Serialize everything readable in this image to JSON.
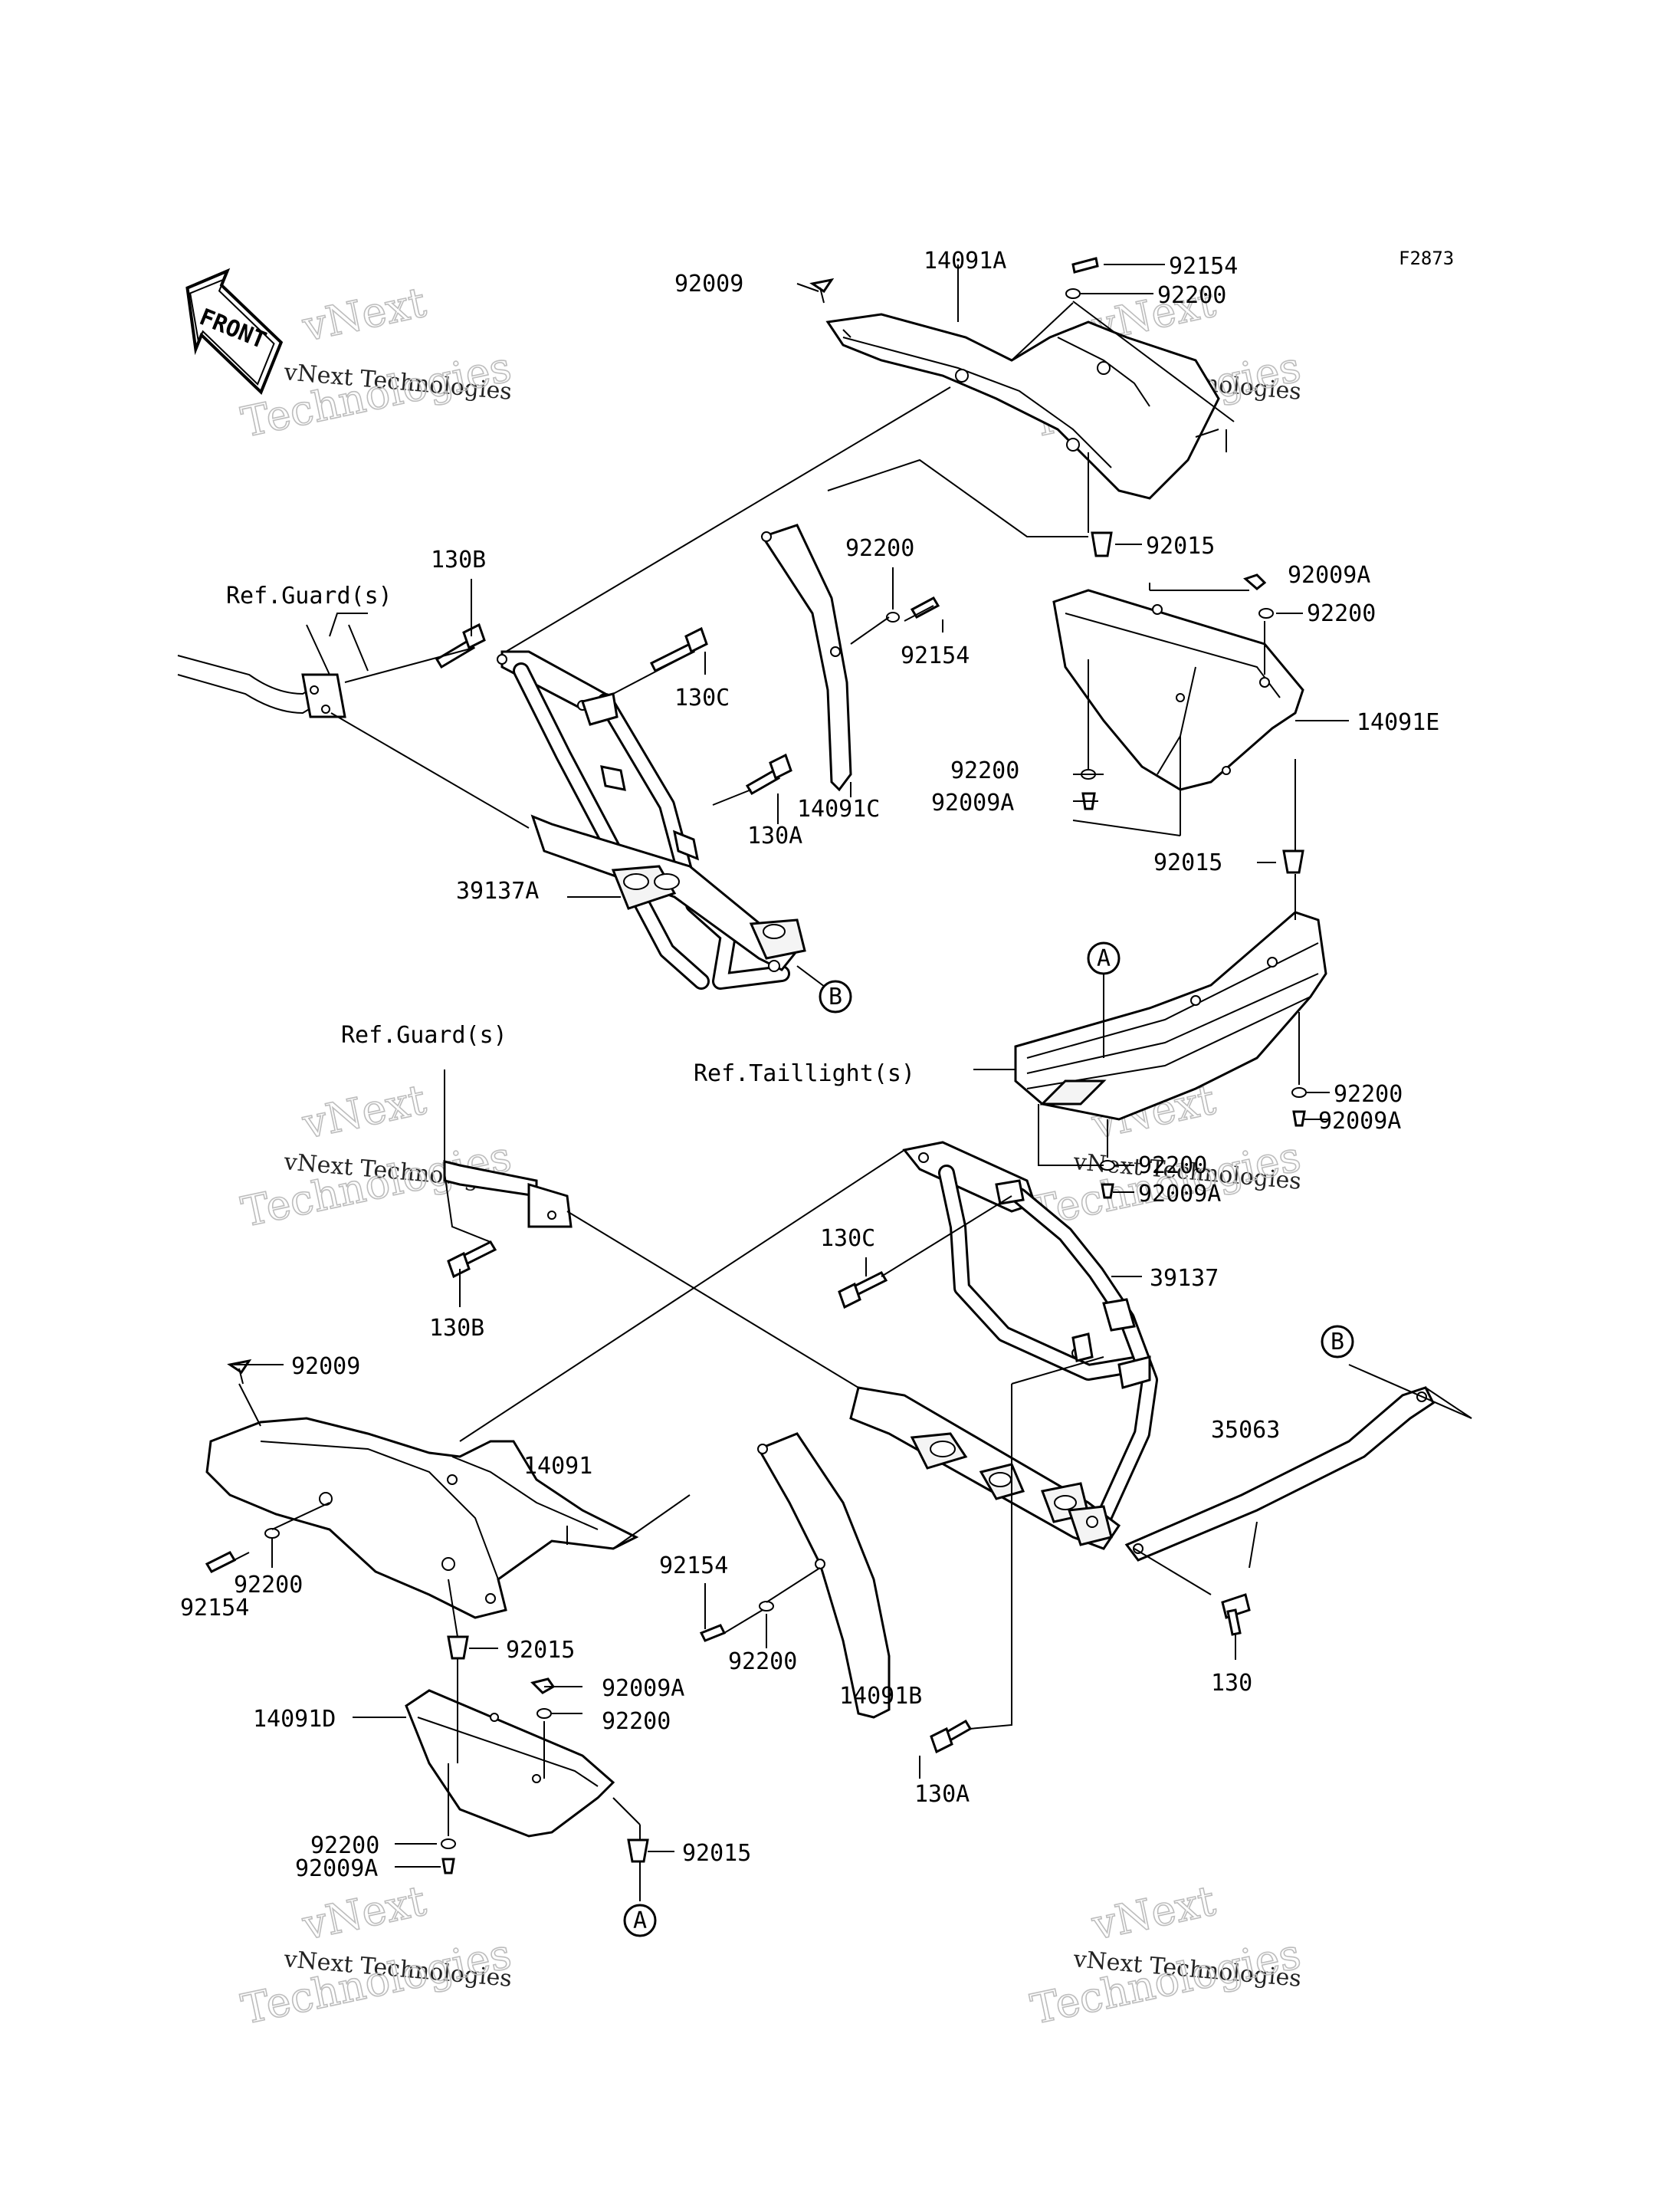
{
  "figure_code": "F2873",
  "front_arrow": {
    "text": "FRONT",
    "icon": "front-arrow-icon"
  },
  "watermarks": [
    {
      "line1": "vNext",
      "line2": "vNext Technologies",
      "line3": "Technologies"
    },
    {
      "line1": "vNext",
      "line2": "vNext Technologies",
      "line3": "Technologies"
    },
    {
      "line1": "vNext",
      "line2": "vNext Technologies",
      "line3": "Technologies"
    },
    {
      "line1": "vNext",
      "line2": "vNext Technologies",
      "line3": "Technologies"
    },
    {
      "line1": "vNext",
      "line2": "vNext Technologies",
      "line3": "Technologies"
    },
    {
      "line1": "vNext",
      "line2": "vNext Technologies",
      "line3": "Technologies"
    }
  ],
  "references": [
    {
      "text": "Ref.Guard(s)"
    },
    {
      "text": "Ref.Guard(s)"
    },
    {
      "text": "Ref.Taillight(s)"
    }
  ],
  "callouts": [
    "A",
    "B",
    "B",
    "A"
  ],
  "labels": [
    "92009",
    "14091A",
    "92154",
    "92200",
    "130B",
    "92015",
    "92200",
    "92154",
    "92009A",
    "92200",
    "130C",
    "14091E",
    "92200",
    "92009A",
    "130A",
    "14091C",
    "39137A",
    "92015",
    "92200",
    "92009A",
    "92200",
    "92009A",
    "130C",
    "39137",
    "130B",
    "92009",
    "35063",
    "14091",
    "92154",
    "92200",
    "92154",
    "92200",
    "92015",
    "14091B",
    "130",
    "92009A",
    "14091D",
    "92200",
    "130A",
    "92200",
    "92015",
    "92009A"
  ]
}
